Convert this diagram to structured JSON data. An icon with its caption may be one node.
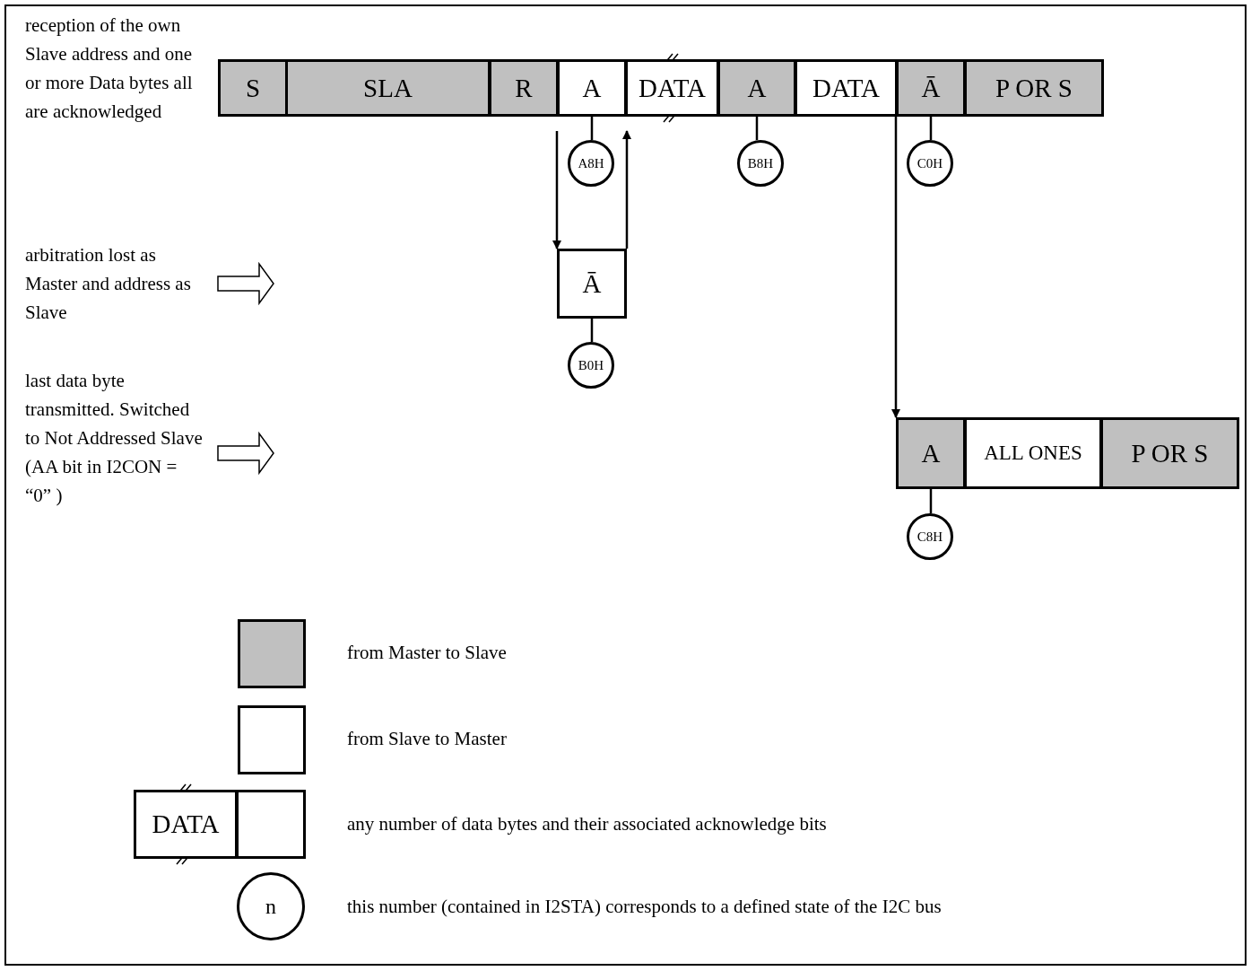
{
  "diagram": {
    "nodes": [
      {
        "text": [
          "S"
        ]
      },
      {
        "text": [
          "SLA"
        ]
      },
      {
        "text": [
          "R"
        ]
      },
      {
        "text": [
          "A"
        ]
      },
      {
        "text": [
          "DATA"
        ]
      },
      {
        "text": [
          "A"
        ]
      },
      {
        "text": [
          "DATA"
        ]
      },
      {
        "text": [
          "Ā"
        ]
      },
      {
        "text": [
          "P OR S"
        ]
      },
      {
        "text": [
          "A8H"
        ]
      },
      {
        "text": [
          "B8H"
        ]
      },
      {
        "text": [
          "C0H"
        ]
      },
      {
        "text": [
          "Ā"
        ]
      },
      {
        "text": [
          "B0H"
        ]
      },
      {
        "text": [
          "A"
        ]
      },
      {
        "text": [
          "ALL ONES"
        ]
      },
      {
        "text": [
          "P OR S"
        ]
      },
      {
        "text": [
          "C8H"
        ]
      },
      {
        "text": [
          "DATA"
        ]
      },
      {
        "text": [],
        "shape": "box"
      },
      {
        "text": [
          "n"
        ]
      }
    ],
    "edges": [
      {
        "from": 3,
        "to": 9,
        "arrow": "none"
      },
      {
        "from": 5,
        "to": 10,
        "arrow": "none"
      },
      {
        "from": 7,
        "to": 11,
        "arrow": "none"
      },
      {
        "from": 3,
        "to": 12,
        "arrow": "to"
      },
      {
        "from": 12,
        "to": 4,
        "arrow": "to"
      },
      {
        "from": 12,
        "to": 13,
        "arrow": "none"
      },
      {
        "from": 7,
        "to": 14,
        "arrow": "to"
      },
      {
        "from": 14,
        "to": 17,
        "arrow": "none"
      }
    ],
    "labels": [
      "reception of the own Slave address and one or more Data bytes all are acknowledged",
      "arbitration lost as Master and address as Slave",
      "last data byte transmitted. Switched to Not Addressed Slave (AA bit in I2CON = “0” )"
    ],
    "legend": [
      {
        "text": "from Master to Slave",
        "color": "#c0c0c0"
      },
      {
        "text": "from Slave to Master",
        "color": "#ffffff"
      },
      {
        "text": "any number of data bytes and their associated acknowledge bits"
      },
      {
        "text": "this number (contained in I2STA) corresponds to a defined state of the I2C bus"
      }
    ]
  }
}
